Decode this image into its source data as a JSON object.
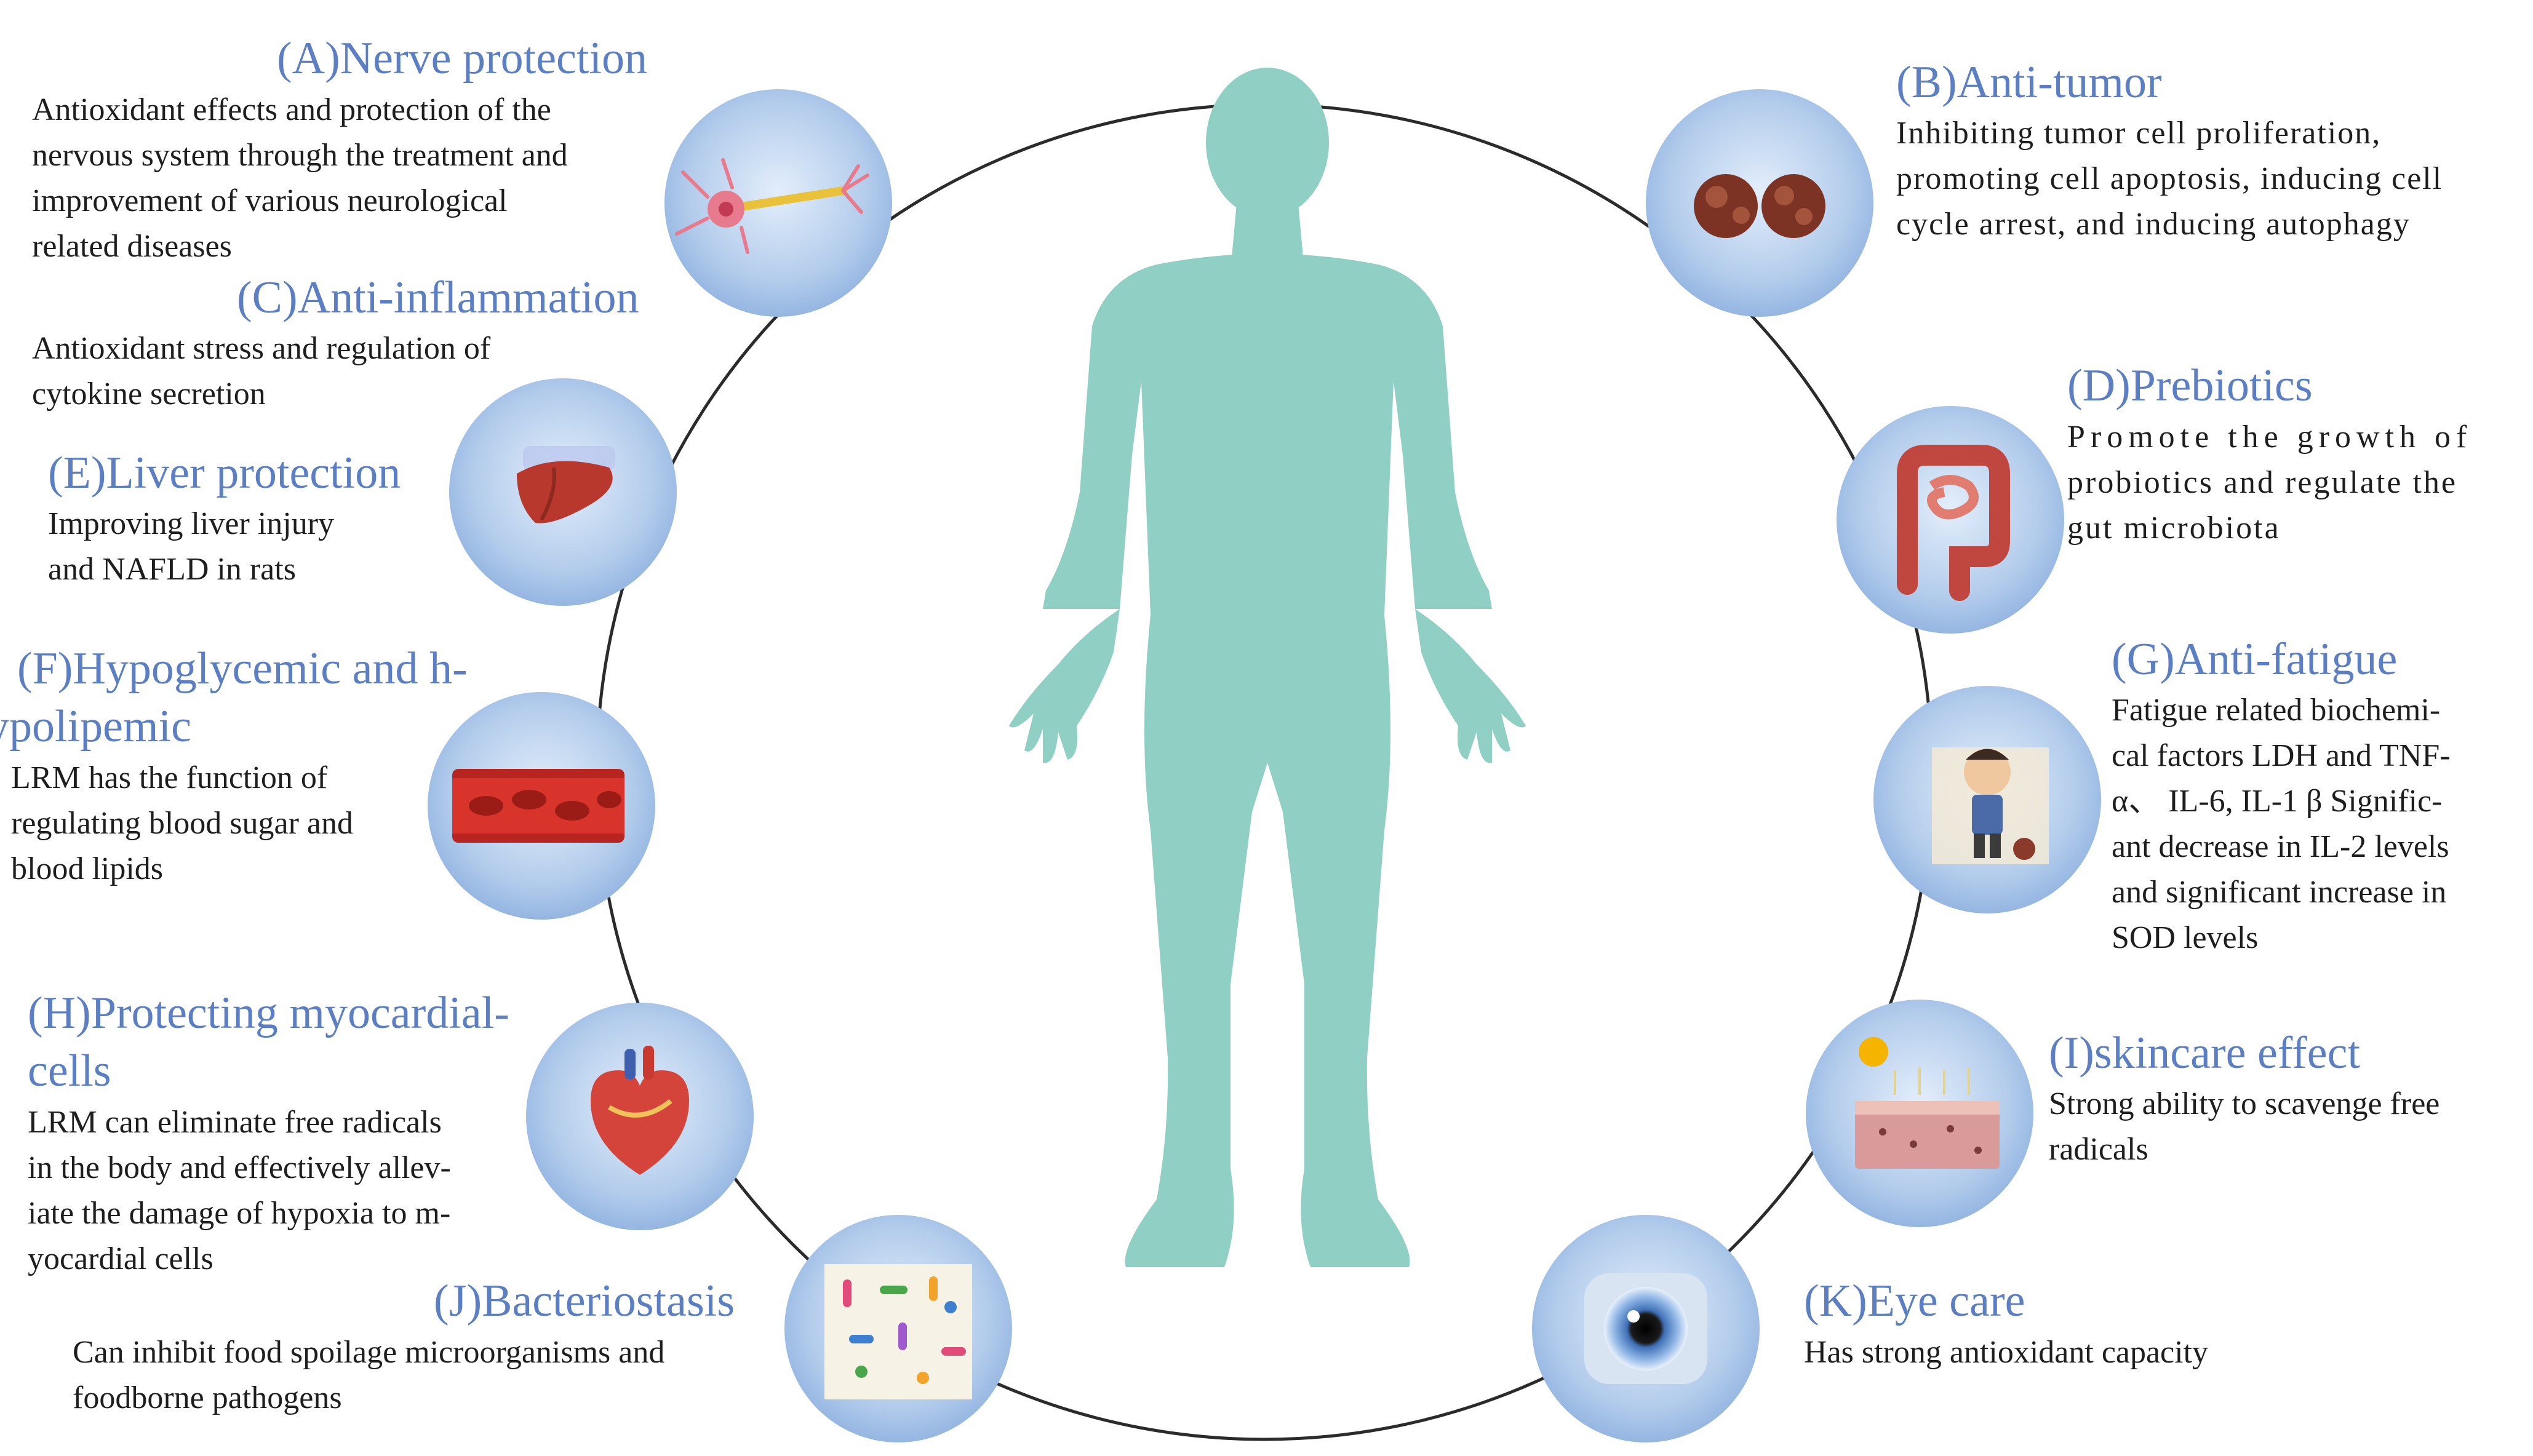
{
  "colors": {
    "title": "#5b7fc2",
    "body_text": "#1e1e1e",
    "circle_line": "#2b2b2b",
    "human_figure": "#8fcfc4",
    "icon_bubble": "#a9c6e8"
  },
  "items": {
    "A": {
      "title": "(A)Nerve protection",
      "desc": [
        "Antioxidant effects and protection of the",
        "nervous system through the treatment and",
        "improvement of various neurological",
        "related diseases"
      ],
      "icon": "neuron-icon"
    },
    "B": {
      "title": "(B)Anti-tumor",
      "desc": [
        "Inhibiting tumor cell proliferation,",
        "promoting cell apoptosis, inducing cell",
        "cycle arrest, and inducing autophagy"
      ],
      "icon": "tumor-cell-icon"
    },
    "C": {
      "title": "(C)Anti-inflammation",
      "desc": [
        "Antioxidant stress and regulation of",
        "cytokine secretion"
      ],
      "icon": "liver-icon"
    },
    "D": {
      "title": "(D)Prebiotics",
      "desc": [
        "Promote the growth of",
        "probiotics and regulate the",
        "gut microbiota"
      ],
      "icon": "intestine-icon"
    },
    "E": {
      "title": "(E)Liver protection",
      "desc": [
        "Improving liver injury",
        "and NAFLD in rats"
      ],
      "icon": "liver-icon"
    },
    "F": {
      "title": "(F)Hypoglycemic and h-",
      "title2": "ypolipemic",
      "desc": [
        "LRM has the function of",
        "regulating blood sugar and",
        "blood lipids"
      ],
      "icon": "blood-vessel-icon"
    },
    "G": {
      "title": "(G)Anti-fatigue",
      "desc": [
        "Fatigue related biochemi-",
        "cal factors LDH and TNF-",
        "α、 IL-6, IL-1 β Signific-",
        "ant decrease in IL-2 levels",
        "and significant increase in",
        "SOD levels"
      ],
      "icon": "tired-person-icon"
    },
    "H": {
      "title": "(H)Protecting myocardial-",
      "title2": "cells",
      "desc": [
        "LRM can eliminate free radicals",
        "in the body and effectively allev-",
        "iate the damage of hypoxia to m-",
        "yocardial cells"
      ],
      "icon": "heart-icon"
    },
    "I": {
      "title": "(I)skincare effect",
      "desc": [
        "Strong ability to scavenge free",
        "radicals"
      ],
      "icon": "skin-icon"
    },
    "J": {
      "title": "(J)Bacteriostasis",
      "desc": [
        "Can inhibit food spoilage microorganisms and",
        "foodborne pathogens"
      ],
      "icon": "bacteria-icon"
    },
    "K": {
      "title": "(K)Eye care",
      "desc": [
        "Has strong antioxidant capacity"
      ],
      "icon": "eye-icon"
    }
  }
}
